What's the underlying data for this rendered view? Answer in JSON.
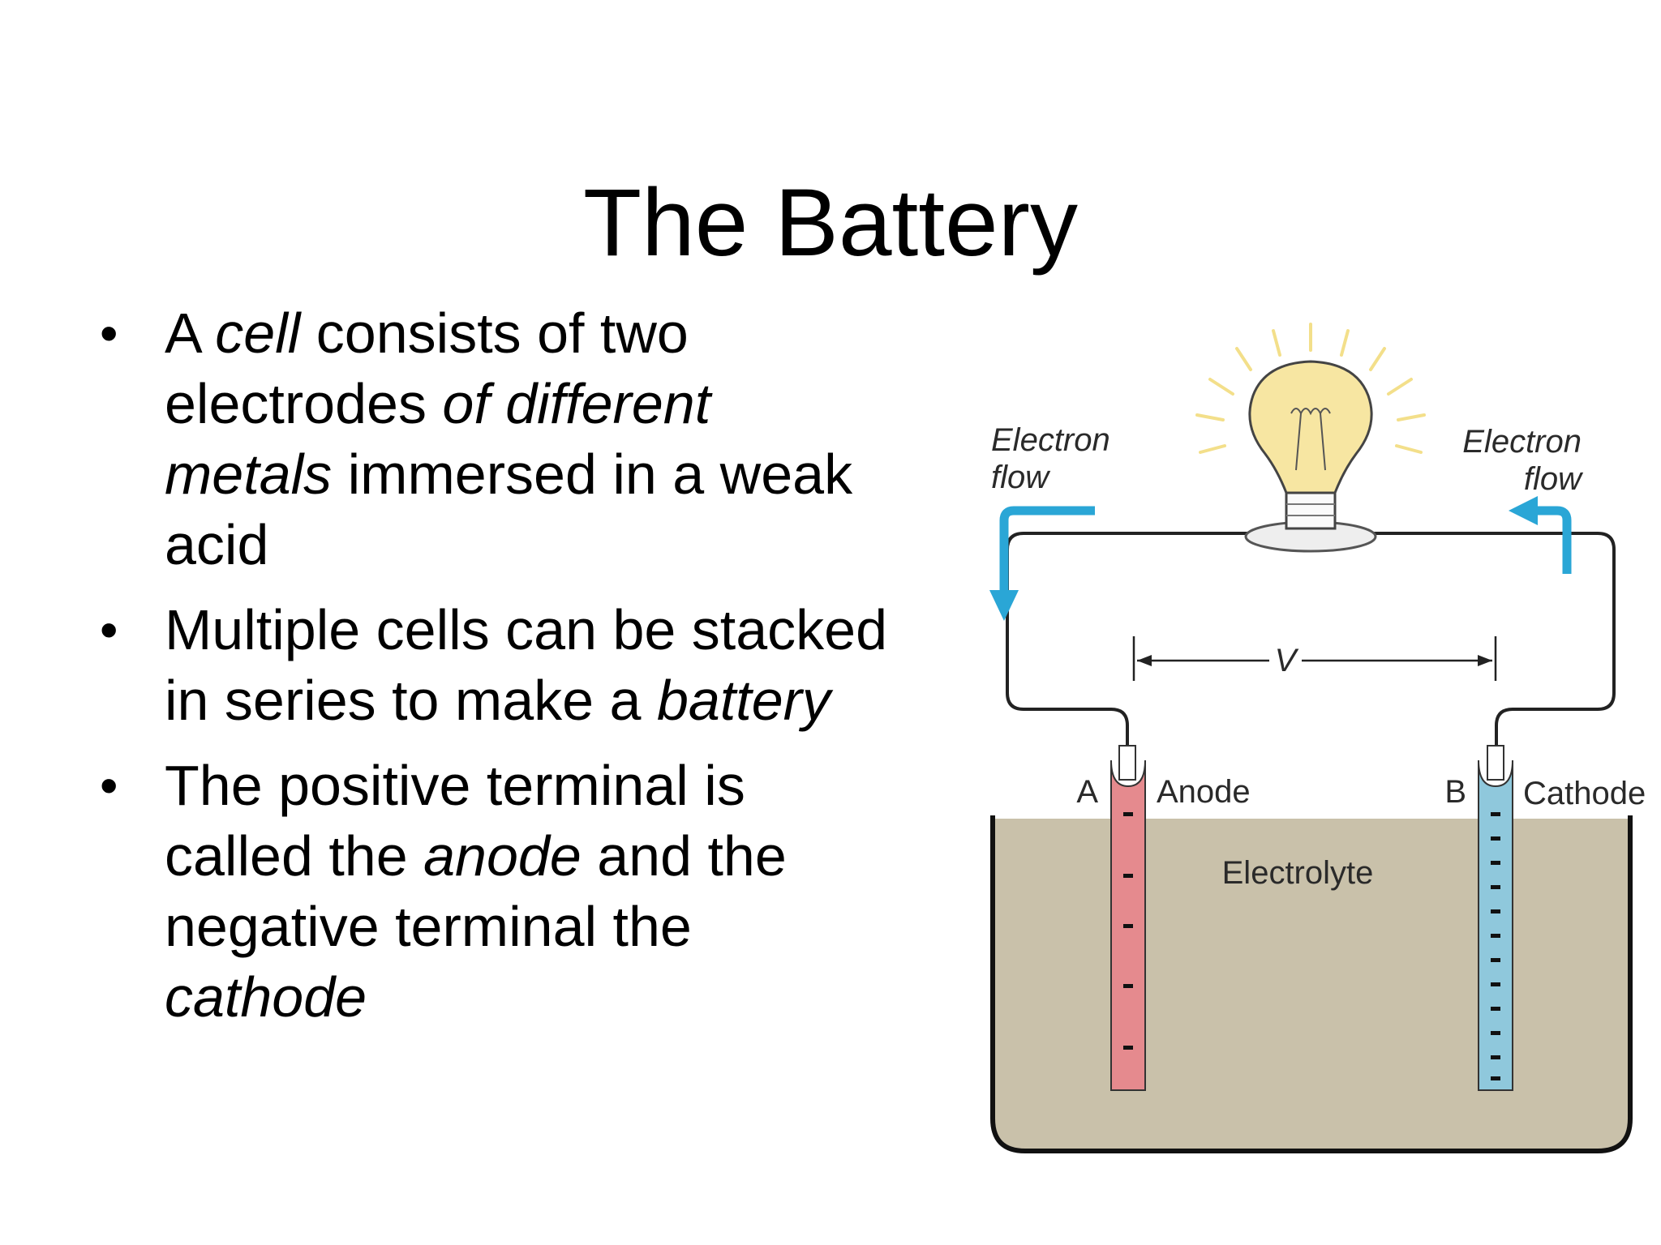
{
  "slide": {
    "title": "The Battery",
    "bullets": [
      [
        {
          "t": "A "
        },
        {
          "t": "cell",
          "i": true
        },
        {
          "t": " consists of two electrodes "
        },
        {
          "t": "of different metals",
          "i": true
        },
        {
          "t": " immersed in a weak acid"
        }
      ],
      [
        {
          "t": "Multiple cells can be stacked in series to make a "
        },
        {
          "t": "battery",
          "i": true
        }
      ],
      [
        {
          "t": "The positive terminal is called the "
        },
        {
          "t": "anode",
          "i": true
        },
        {
          "t": " and the negative terminal the "
        },
        {
          "t": "cathode",
          "i": true
        }
      ]
    ]
  },
  "diagram": {
    "electron_flow_left_1": "Electron",
    "electron_flow_left_2": "flow",
    "electron_flow_right_1": "Electron",
    "electron_flow_right_2": "flow",
    "voltage_label": "V",
    "anode_letter": "A",
    "anode_label": "Anode",
    "cathode_letter": "B",
    "cathode_label": "Cathode",
    "electrolyte_label": "Electrolyte",
    "colors": {
      "arrow": "#2aa6d6",
      "anode": "#e58a8e",
      "cathode": "#8fc8dc",
      "electrolyte": "#c9c1aa",
      "bulb": "#f7e6a2"
    }
  }
}
